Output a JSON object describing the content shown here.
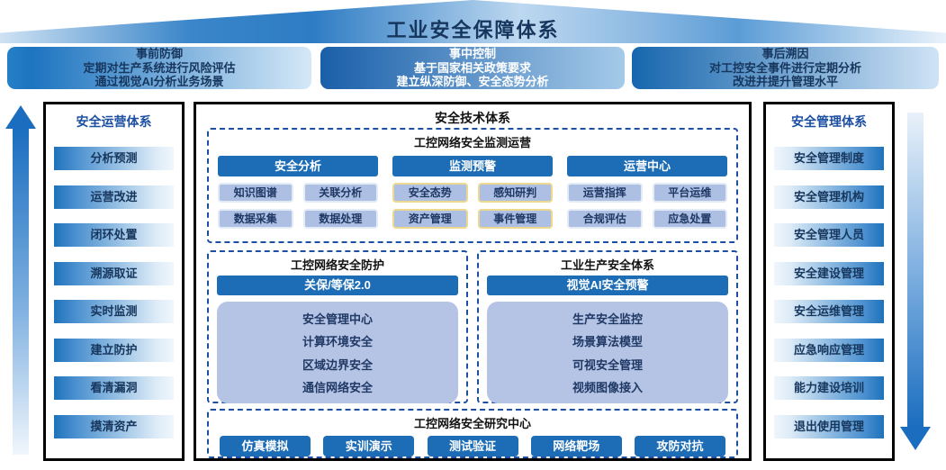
{
  "title": "工业安全保障体系",
  "banners": [
    {
      "heading": "事前防御",
      "line1": "定期对生产系统进行风险评估",
      "line2": "通过视觉AI分析业务场景"
    },
    {
      "heading": "事中控制",
      "line1": "基于国家相关政策要求",
      "line2": "建立纵深防御、安全态势分析"
    },
    {
      "heading": "事后溯因",
      "line1": "对工控安全事件进行定期分析",
      "line2": "改进并提升管理水平"
    }
  ],
  "left_column": {
    "title": "安全运营体系",
    "items": [
      "分析预测",
      "运营改进",
      "闭环处置",
      "溯源取证",
      "实时监测",
      "建立防护",
      "看清漏洞",
      "摸清资产"
    ]
  },
  "right_column": {
    "title": "安全管理体系",
    "items": [
      "安全管理制度",
      "安全管理机构",
      "安全管理人员",
      "安全建设管理",
      "安全运维管理",
      "应急响应管理",
      "能力建设培训",
      "退出使用管理"
    ]
  },
  "center": {
    "title": "安全技术体系",
    "monitoring": {
      "title": "工控网络安全监测运营",
      "groups": [
        {
          "header": "安全分析",
          "chips": [
            "知识图谱",
            "关联分析",
            "数据采集",
            "数据处理"
          ]
        },
        {
          "header": "监测预警",
          "chips": [
            "安全态势",
            "感知研判",
            "资产管理",
            "事件管理"
          ]
        },
        {
          "header": "运营中心",
          "chips": [
            "运营指挥",
            "平台运维",
            "合规评估",
            "应急处置"
          ]
        }
      ]
    },
    "protection": {
      "title": "工控网络安全防护",
      "header": "关保/等保2.0",
      "items": [
        "安全管理中心",
        "计算环境安全",
        "区域边界安全",
        "通信网络安全"
      ]
    },
    "production": {
      "title": "工业生产安全体系",
      "header": "视觉AI安全预警",
      "items": [
        "生产安全监控",
        "场景算法模型",
        "可视安全管理",
        "视频图像接入"
      ]
    },
    "research": {
      "title": "工控网络安全研究中心",
      "buttons": [
        "仿真模拟",
        "实训演示",
        "测试验证",
        "网络靶场",
        "攻防对抗"
      ]
    }
  },
  "colors": {
    "accent_blue": "#1C6DB6",
    "dashed_border": "#1E50A2",
    "chip_bg": "#ADC0E3",
    "chip_highlight_border": "#ECD88E",
    "dark_navy_text": "#17365D",
    "column_title_blue": "#1C4FA1",
    "panel_bg": "#B5C4E5",
    "arrow_blue": "#1A6DBF"
  }
}
